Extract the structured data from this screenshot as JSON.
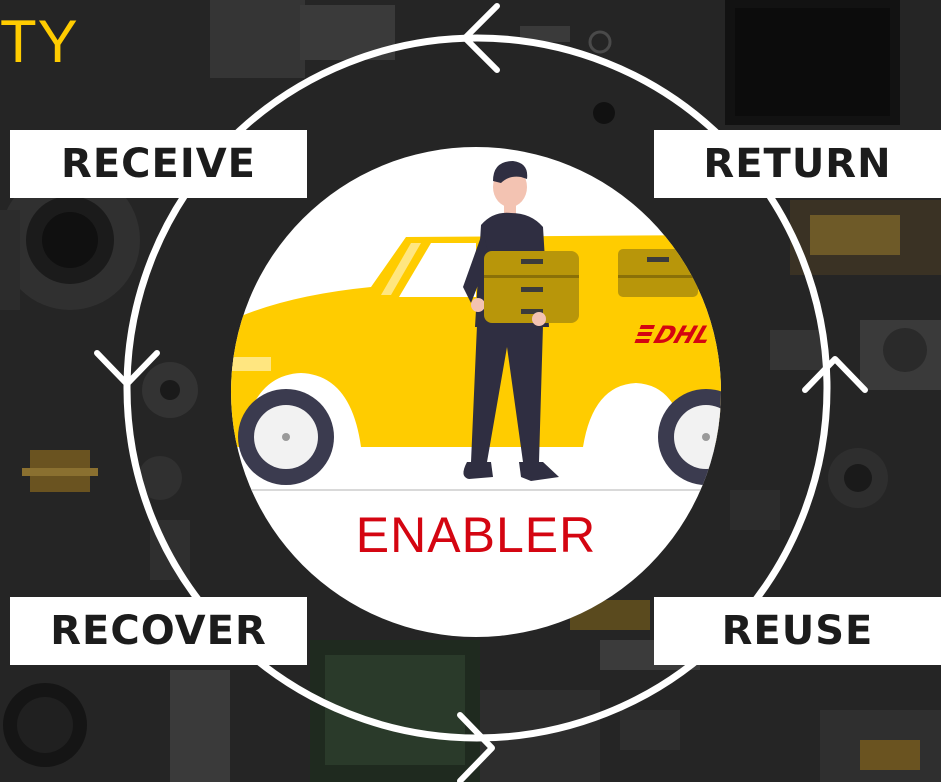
{
  "heading": {
    "text": "TY"
  },
  "steps": [
    {
      "id": "receive",
      "label": "RECEIVE"
    },
    {
      "id": "return",
      "label": "RETURN"
    },
    {
      "id": "recover",
      "label": "RECOVER"
    },
    {
      "id": "reuse",
      "label": "REUSE"
    }
  ],
  "center": {
    "title": "ENABLER",
    "vehicle_brand": "DHL"
  },
  "colors": {
    "brand_yellow": "#FFCC00",
    "brand_red": "#D40511",
    "box_gold": "#B8960A",
    "figure_dark": "#2F2E41",
    "ring_white": "#FFFFFF"
  },
  "icons": [
    "cycle-arrow-icon",
    "delivery-truck-icon",
    "courier-figure-icon",
    "parcel-box-icon"
  ]
}
